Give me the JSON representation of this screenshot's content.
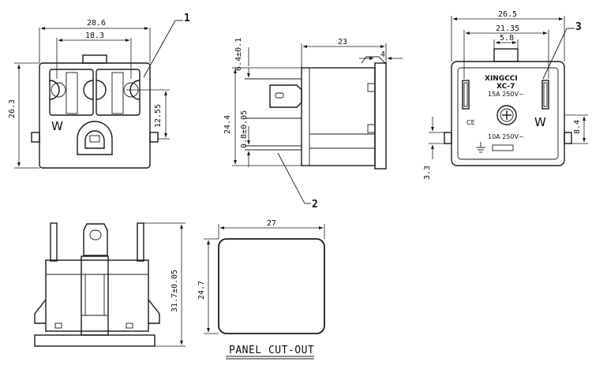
{
  "front_view": {
    "dim_width": "28.6",
    "dim_inner": "18.3",
    "dim_height": "26.3",
    "dim_offset": "12.55",
    "letter": "W"
  },
  "side_view": {
    "dim_depth": "23",
    "dim_lip": "4",
    "dim_top": "6.4±0.1",
    "dim_mid": "0.8±0.05",
    "dim_height": "24.4"
  },
  "rear_view": {
    "dim_width": "26.5",
    "dim_mid": "21.35",
    "dim_small": "5.8",
    "dim_right": "8.4",
    "dim_left": "3.3",
    "brand": "XINGCCI",
    "model": "XC-7",
    "rating_top": "15A 250V~",
    "rating_bottom": "10A 250V~",
    "ce_mark": "CE",
    "letter": "W"
  },
  "bottom_view": {
    "dim_height": "31.7±0.05"
  },
  "cutout": {
    "dim_width": "27",
    "dim_height": "24.7",
    "title": "PANEL CUT-OUT"
  },
  "callouts": {
    "one": "1",
    "two": "2",
    "three": "3"
  }
}
